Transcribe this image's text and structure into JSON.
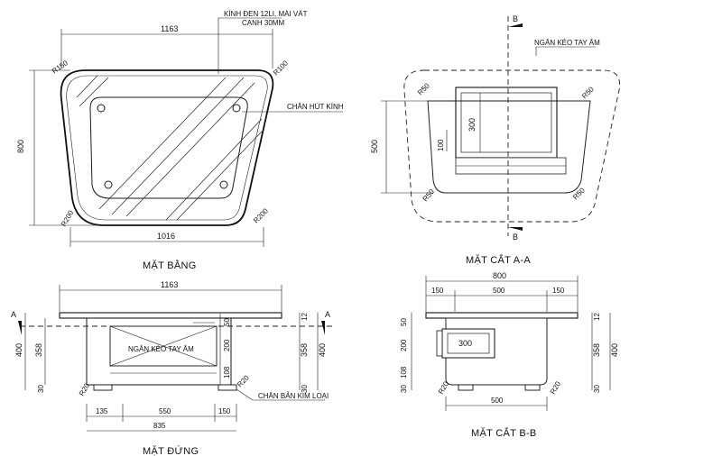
{
  "views": {
    "plan": {
      "title": "MẶT BẰNG",
      "dim_top": "1163",
      "dim_bottom": "1016",
      "dim_left": "800",
      "r_top_left": "R150",
      "r_top_right": "R100",
      "r_bottom_left": "R200",
      "r_bottom_right": "R200",
      "note_glass_line1": "KÍNH ĐEN 12LI, MÀI VÁT",
      "note_glass_line2": "CẠNH 30MM",
      "note_glass_feet": "CHÂN HÚT KÍNH"
    },
    "section_aa": {
      "title": "MẶT CẮT A-A",
      "dim_left": "500",
      "dim_drawer": "300",
      "dim_lower": "100",
      "r_top_left": "R50",
      "r_top_right": "R50",
      "r_bottom_left": "R50",
      "r_bottom_right": "R50",
      "note_drawer": "NGĂN KÉO TAY ÂM",
      "cut_label_top": "B",
      "cut_label_bottom": "B"
    },
    "elevation": {
      "title": "MẶT ĐỨNG",
      "dim_top": "1163",
      "dim_left_total": "400",
      "dim_left_body": "358",
      "dim_left_foot": "30",
      "dim_right_top": "12",
      "dim_right_total": "400",
      "dim_right_body": "358",
      "dim_right_foot": "30",
      "dim_mid_1": "50",
      "dim_mid_2": "200",
      "dim_mid_3": "108",
      "dim_bot_left": "135",
      "dim_bot_mid": "550",
      "dim_bot_right": "150",
      "dim_bot_total": "835",
      "r_left": "R20",
      "r_right": "R20",
      "note_drawer": "NGĂN KÉO TAY ÂM",
      "note_metal": "CHÂN BẢN KIM LOẠI",
      "cut_label_left": "A",
      "cut_label_right": "A"
    },
    "section_bb": {
      "title": "MẶT CẮT B-B",
      "dim_top_total": "800",
      "dim_top_left": "150",
      "dim_top_mid": "500",
      "dim_top_right": "150",
      "dim_left_1": "50",
      "dim_left_2": "200",
      "dim_left_3": "108",
      "dim_left_4": "30",
      "dim_right_top": "12",
      "dim_right_body": "358",
      "dim_right_total": "400",
      "dim_right_foot": "30",
      "dim_drawer": "300",
      "dim_bottom": "500",
      "r_left": "R20",
      "r_right": "R20"
    }
  }
}
